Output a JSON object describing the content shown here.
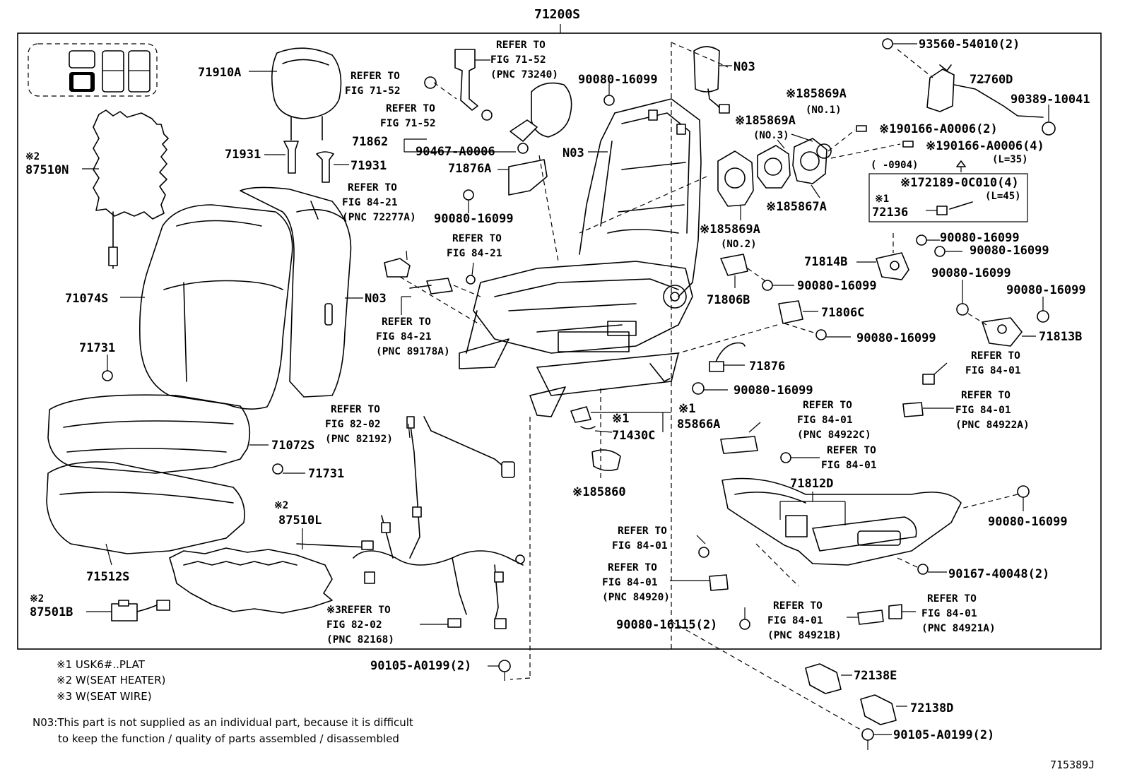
{
  "main_part": "71200S",
  "figure_code": "715389J",
  "labels": [
    {
      "id": "p71910A",
      "text": "71910A"
    },
    {
      "id": "p87510N_mark",
      "text": "※2"
    },
    {
      "id": "p87510N",
      "text": "87510N"
    },
    {
      "id": "p71931a",
      "text": "71931"
    },
    {
      "id": "p71931b",
      "text": "71931"
    },
    {
      "id": "p71074S",
      "text": "71074S"
    },
    {
      "id": "p71731a",
      "text": "71731"
    },
    {
      "id": "p71731b",
      "text": "71731"
    },
    {
      "id": "p71072S",
      "text": "71072S"
    },
    {
      "id": "p71512S",
      "text": "71512S"
    },
    {
      "id": "p87501B_mark",
      "text": "※2"
    },
    {
      "id": "p87501B",
      "text": "87501B"
    },
    {
      "id": "p87510L_mark",
      "text": "※2"
    },
    {
      "id": "p87510L",
      "text": "87510L"
    },
    {
      "id": "p71862",
      "text": "71862"
    },
    {
      "id": "p90467",
      "text": "90467-A0006"
    },
    {
      "id": "p71876A",
      "text": "71876A"
    },
    {
      "id": "p90080_a",
      "text": "90080-16099"
    },
    {
      "id": "p90080_b",
      "text": "90080-16099"
    },
    {
      "id": "pN03_a",
      "text": "N03"
    },
    {
      "id": "pN03_b",
      "text": "N03"
    },
    {
      "id": "pN03_c",
      "text": "N03"
    },
    {
      "id": "p185869A_1",
      "text": "※185869A"
    },
    {
      "id": "p185869A_1n",
      "text": "(NO.1)"
    },
    {
      "id": "p185869A_3",
      "text": "※185869A"
    },
    {
      "id": "p185869A_3n",
      "text": "(NO.3)"
    },
    {
      "id": "p185867A",
      "text": "※185867A"
    },
    {
      "id": "p185869A_2",
      "text": "※185869A"
    },
    {
      "id": "p185869A_2n",
      "text": "(NO.2)"
    },
    {
      "id": "p93560",
      "text": "93560-54010(2)"
    },
    {
      "id": "p72760D",
      "text": "72760D"
    },
    {
      "id": "p90389",
      "text": "90389-10041"
    },
    {
      "id": "p190166a",
      "text": "※190166-A0006(2)"
    },
    {
      "id": "p190166b",
      "text": "※190166-A0006(4)"
    },
    {
      "id": "pL35",
      "text": "(L=35)"
    },
    {
      "id": "p0904",
      "text": "(    -0904)"
    },
    {
      "id": "p72189",
      "text": "※172189-0C010(4)"
    },
    {
      "id": "pL45",
      "text": "(L=45)"
    },
    {
      "id": "p72136_mark",
      "text": "※1"
    },
    {
      "id": "p72136",
      "text": "72136"
    },
    {
      "id": "p90080_c",
      "text": "90080-16099"
    },
    {
      "id": "p90080_d",
      "text": "90080-16099"
    },
    {
      "id": "p71814B",
      "text": "71814B"
    },
    {
      "id": "p90080_e",
      "text": "90080-16099"
    },
    {
      "id": "p90080_f",
      "text": "90080-16099"
    },
    {
      "id": "p71806B",
      "text": "71806B"
    },
    {
      "id": "p90080_g",
      "text": "90080-16099"
    },
    {
      "id": "p71813B",
      "text": "71813B"
    },
    {
      "id": "p71806C",
      "text": "71806C"
    },
    {
      "id": "p90080_h",
      "text": "90080-16099"
    },
    {
      "id": "p71876",
      "text": "71876"
    },
    {
      "id": "p90080_i",
      "text": "90080-16099"
    },
    {
      "id": "p71430C_mark",
      "text": "※1"
    },
    {
      "id": "p71430C",
      "text": "71430C"
    },
    {
      "id": "p85866A_mark",
      "text": "※1"
    },
    {
      "id": "p85866A",
      "text": "85866A"
    },
    {
      "id": "p185860",
      "text": "※185860"
    },
    {
      "id": "p71812D",
      "text": "71812D"
    },
    {
      "id": "p90080_j",
      "text": "90080-16099"
    },
    {
      "id": "p90167",
      "text": "90167-40048(2)"
    },
    {
      "id": "p90080_16115",
      "text": "90080-16115(2)"
    },
    {
      "id": "p90105_a",
      "text": "90105-A0199(2)"
    },
    {
      "id": "p72138E",
      "text": "72138E"
    },
    {
      "id": "p72138D",
      "text": "72138D"
    },
    {
      "id": "p90105_b",
      "text": "90105-A0199(2)"
    }
  ],
  "refer": [
    {
      "id": "r1",
      "lines": [
        "REFER TO",
        "FIG 71-52"
      ]
    },
    {
      "id": "r2",
      "lines": [
        "REFER TO",
        "FIG 71-52",
        "(PNC 73240)"
      ]
    },
    {
      "id": "r3",
      "lines": [
        "REFER TO",
        "FIG 71-52"
      ]
    },
    {
      "id": "r4",
      "lines": [
        "REFER TO",
        "FIG 84-21",
        "(PNC 72277A)"
      ]
    },
    {
      "id": "r5",
      "lines": [
        "REFER TO",
        "FIG 84-21"
      ]
    },
    {
      "id": "r6",
      "lines": [
        "REFER TO",
        "FIG 84-21",
        "(PNC 89178A)"
      ]
    },
    {
      "id": "r7",
      "lines": [
        "REFER TO",
        "FIG 82-02",
        "(PNC 82192)"
      ]
    },
    {
      "id": "r8",
      "lines": [
        "※3REFER TO",
        "FIG 82-02",
        "(PNC 82168)"
      ]
    },
    {
      "id": "r9",
      "lines": [
        "REFER TO",
        "FIG 84-01"
      ]
    },
    {
      "id": "r10",
      "lines": [
        "REFER TO",
        "FIG 84-01",
        "(PNC 84922A)"
      ]
    },
    {
      "id": "r11",
      "lines": [
        "REFER TO",
        "FIG 84-01",
        "(PNC 84922C)"
      ]
    },
    {
      "id": "r12",
      "lines": [
        "REFER TO",
        "FIG 84-01"
      ]
    },
    {
      "id": "r13",
      "lines": [
        "REFER TO",
        "FIG 84-01"
      ]
    },
    {
      "id": "r14",
      "lines": [
        "REFER TO",
        "FIG 84-01",
        "(PNC 84920)"
      ]
    },
    {
      "id": "r15",
      "lines": [
        "REFER TO",
        "FIG 84-01",
        "(PNC 84921B)"
      ]
    },
    {
      "id": "r16",
      "lines": [
        "REFER TO",
        "FIG 84-01",
        "(PNC 84921A)"
      ]
    }
  ],
  "notes": [
    "※1 USK6#..PLAT",
    "※2 W(SEAT HEATER)",
    "※3 W(SEAT WIRE)",
    "N03:This part is not supplied as an individual part, because it is difficult",
    "to keep the function / quality of parts assembled / disassembled"
  ]
}
